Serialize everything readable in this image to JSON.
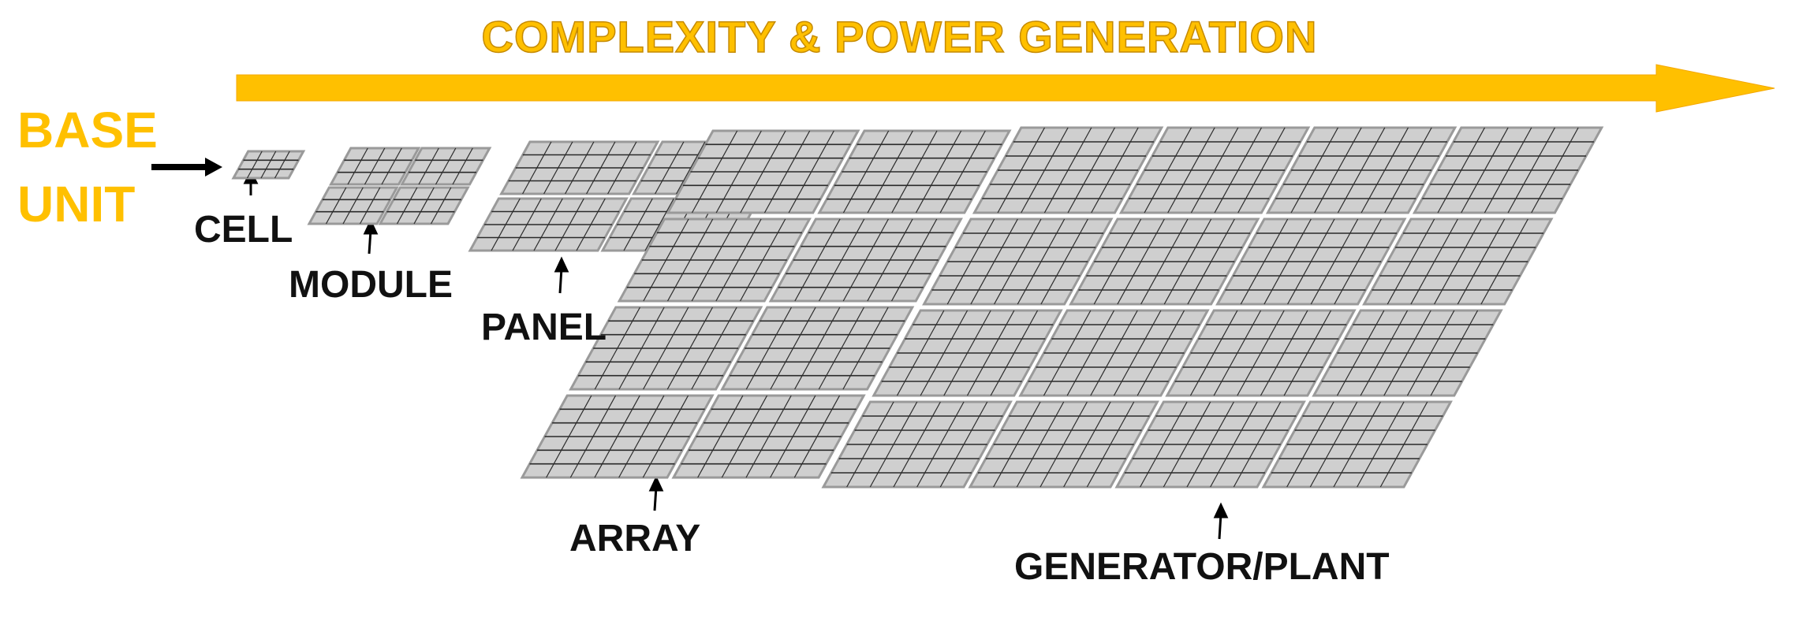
{
  "header": {
    "title": "COMPLEXITY & POWER GENERATION"
  },
  "base_unit": {
    "line1": "BASE",
    "line2": "UNIT"
  },
  "labels": {
    "cell": "CELL",
    "module": "MODULE",
    "panel": "PANEL",
    "array": "ARRAY",
    "generator": "GENERATOR/PLANT"
  },
  "colors": {
    "accent": "#FFC000",
    "accent_dark": "#F5A800",
    "text": "#111111",
    "panel_fill": "#cfcfcf",
    "panel_line": "#2a2a2a",
    "frame": "#9a9a9a"
  }
}
